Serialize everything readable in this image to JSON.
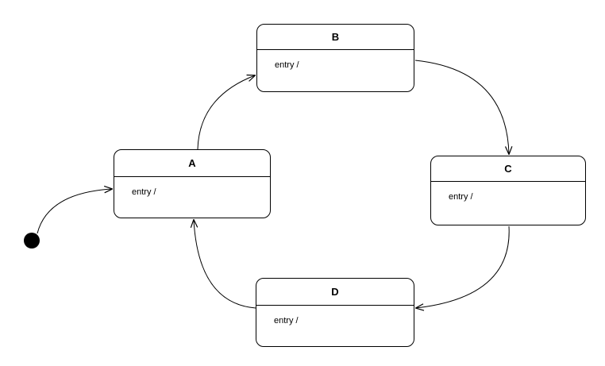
{
  "canvas": {
    "background_color": "#ffffff",
    "line_color": "#000000"
  },
  "diagram": {
    "kind": "uml-state-machine",
    "states": [
      {
        "name": "A",
        "label": "A",
        "entry_label": "entry /"
      },
      {
        "name": "B",
        "label": "B",
        "entry_label": "entry /"
      },
      {
        "name": "C",
        "label": "C",
        "entry_label": "entry /"
      },
      {
        "name": "D",
        "label": "D",
        "entry_label": "entry /"
      }
    ],
    "initial_pseudostate": {
      "name": "initial"
    },
    "transitions": [
      {
        "from": "initial",
        "to": "A"
      },
      {
        "from": "A",
        "to": "B"
      },
      {
        "from": "B",
        "to": "C"
      },
      {
        "from": "C",
        "to": "D"
      },
      {
        "from": "D",
        "to": "A"
      }
    ]
  }
}
